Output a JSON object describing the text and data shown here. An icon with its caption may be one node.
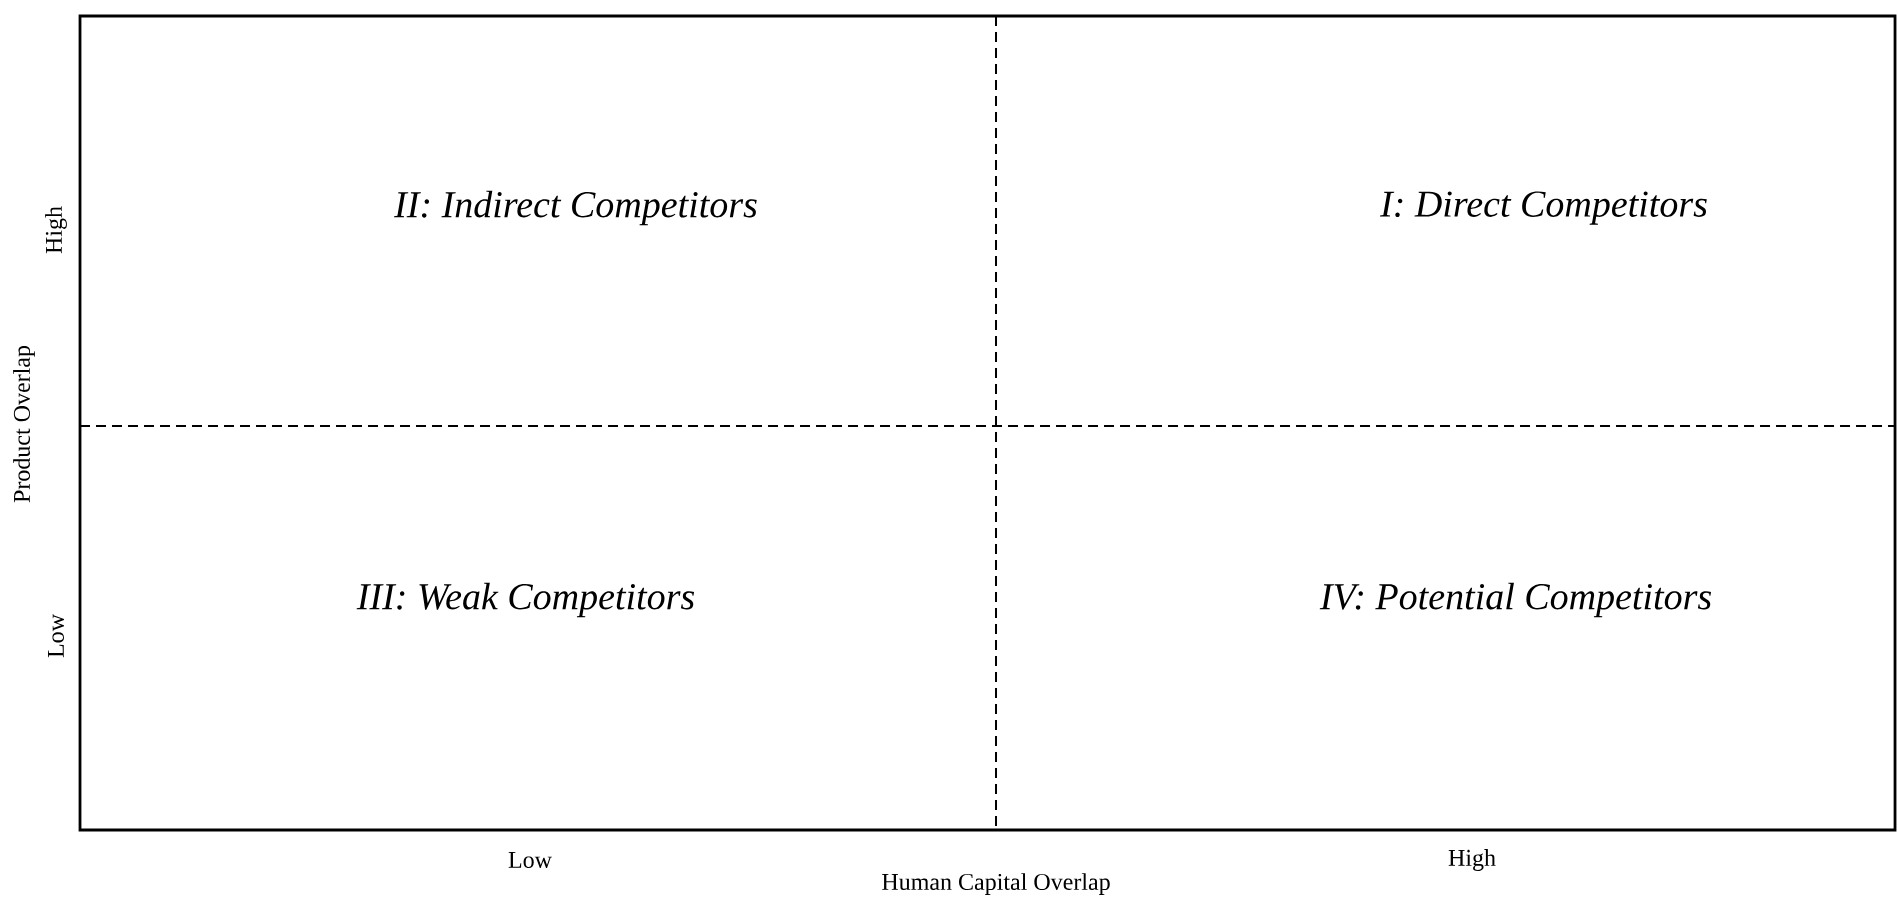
{
  "diagram": {
    "labels": [
      "II: Indirect Competitors",
      "I: Direct Competitors",
      "High",
      "Product Overlap",
      "III: Weak Competitors",
      "IV: Potential Competitors",
      "Low",
      "Low",
      "High",
      "Human Capital Overlap"
    ]
  }
}
